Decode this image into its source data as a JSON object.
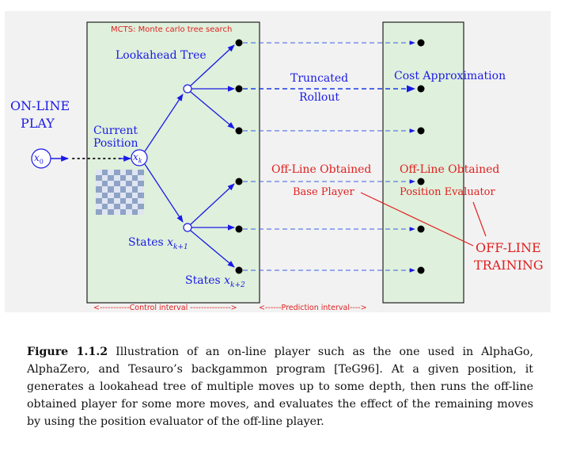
{
  "diagram": {
    "mcts_label": "MCTS: Monte carlo tree search",
    "lookahead_tree": "Lookahead Tree",
    "online_play_line1": "ON-LINE",
    "online_play_line2": "PLAY",
    "current_position_line1": "Current",
    "current_position_line2": "Position",
    "x0": "x",
    "x0_sub": "0",
    "xk": "x",
    "xk_sub": "k",
    "truncated": "Truncated",
    "rollout": "Rollout",
    "cost_approximation": "Cost Approximation",
    "offline_obtained_left": "Off-Line Obtained",
    "offline_obtained_right": "Off-Line Obtained",
    "base_player": "Base Player",
    "position_evaluator": "Position Evaluator",
    "offline_training_line1": "OFF-LINE",
    "offline_training_line2": "TRAINING",
    "states_k1_prefix": "States ",
    "states_k1_var": "x",
    "states_k1_sub": "k+1",
    "states_k2_prefix": "States ",
    "states_k2_var": "x",
    "states_k2_sub": "k+2",
    "control_interval": "<-----------Control interval --------------->",
    "prediction_interval": "<------Prediction interval---->",
    "colors": {
      "blue": "#1a1ae6",
      "red": "#e02020",
      "panel_fill": "#dff0dc"
    }
  },
  "caption": {
    "label": "Figure 1.1.2",
    "text": " Illustration of an on-line player such as the one used in AlphaGo, AlphaZero, and Tesauro’s backgammon program [TeG96]. At a given position, it generates a lookahead tree of multiple moves up to some depth, then runs the off-line obtained player for some more moves, and evaluates the effect of the remaining moves by using the position evaluator of the off-line player."
  }
}
